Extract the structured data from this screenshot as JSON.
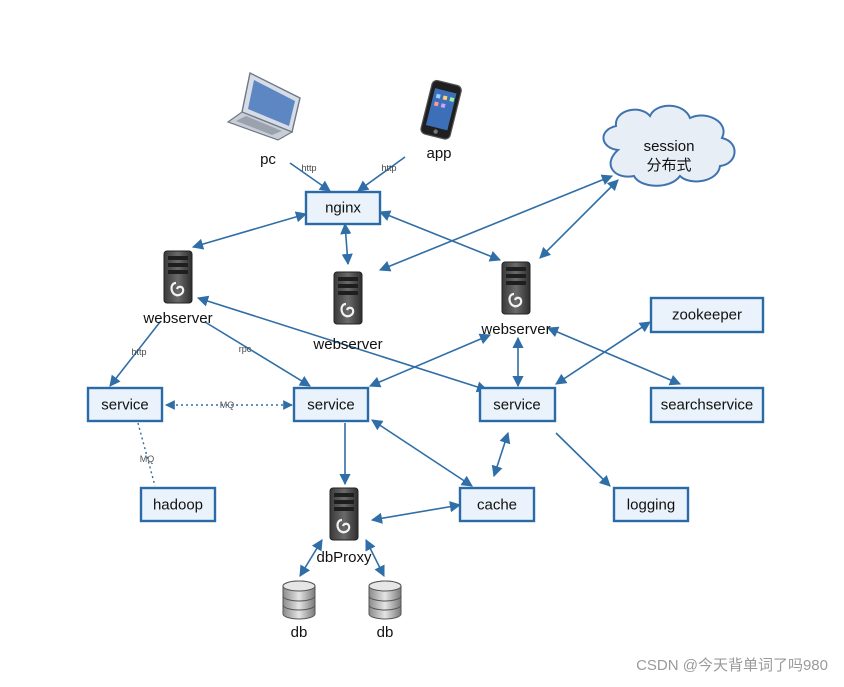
{
  "colors": {
    "line": "#2f6ea7",
    "box_fill": "#eaf3fb",
    "box_border": "#2a6aa6",
    "cloud_fill": "#e8eef5",
    "server_body": "#555555"
  },
  "icons": {
    "pc": "laptop-icon",
    "app": "smartphone-icon",
    "webserver": "server-icon",
    "dbProxy": "server-icon",
    "db": "database-icon",
    "session": "cloud-icon"
  },
  "nodes": {
    "pc": {
      "label": "pc"
    },
    "app": {
      "label": "app"
    },
    "nginx": {
      "label": "nginx"
    },
    "session": {
      "line1": "session",
      "line2": "分布式"
    },
    "webserver_left": {
      "label": "webserver"
    },
    "webserver_mid": {
      "label": "webserver"
    },
    "webserver_right": {
      "label": "webserver"
    },
    "zookeeper": {
      "label": "zookeeper"
    },
    "service_left": {
      "label": "service"
    },
    "service_mid": {
      "label": "service"
    },
    "service_right": {
      "label": "service"
    },
    "searchservice": {
      "label": "searchservice"
    },
    "hadoop": {
      "label": "hadoop"
    },
    "dbproxy": {
      "label": "dbProxy"
    },
    "cache": {
      "label": "cache"
    },
    "logging": {
      "label": "logging"
    },
    "db_left": {
      "label": "db"
    },
    "db_right": {
      "label": "db"
    }
  },
  "edge_labels": {
    "pc_http": "http",
    "app_http": "http",
    "ws_service_http": "http",
    "ws_service_rpc": "rpc",
    "service_mq": "MQ",
    "hadoop_mq": "MQ"
  },
  "watermark": "CSDN @今天背单词了吗980"
}
